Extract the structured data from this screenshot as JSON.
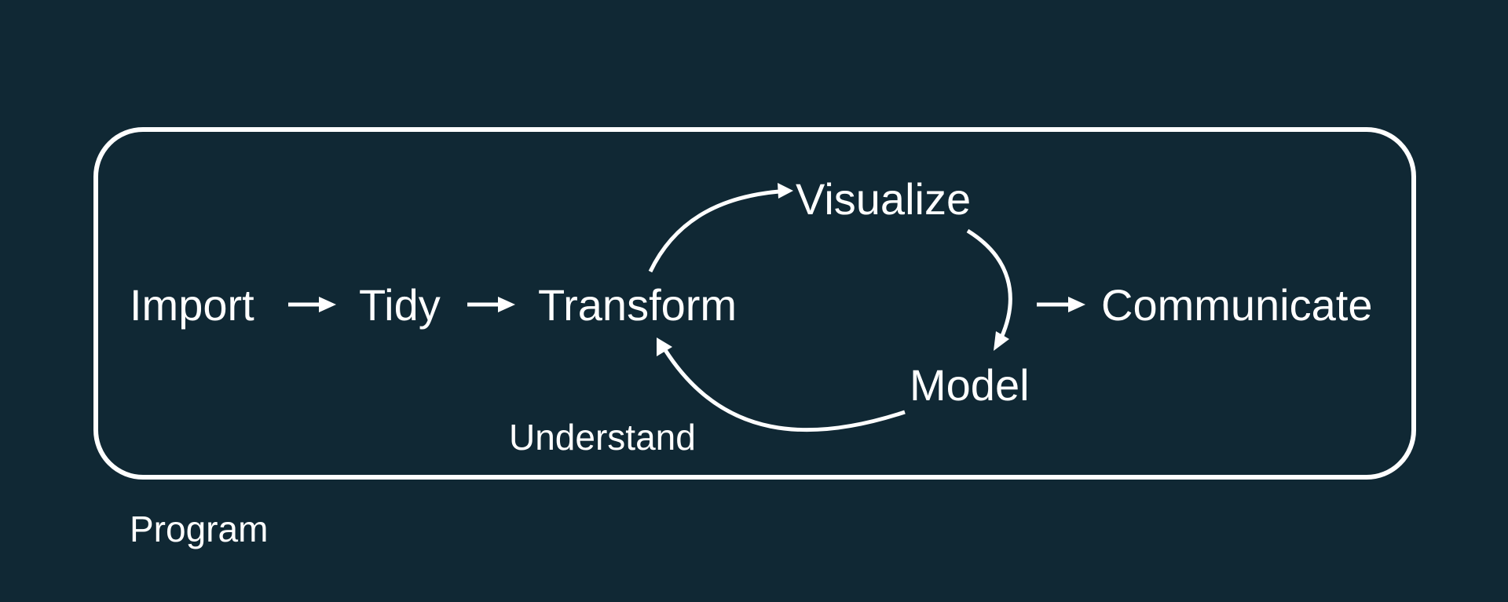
{
  "diagram": {
    "nodes": {
      "import": "Import",
      "tidy": "Tidy",
      "transform": "Transform",
      "visualize": "Visualize",
      "model": "Model",
      "communicate": "Communicate"
    },
    "labels": {
      "understand": "Understand",
      "program": "Program"
    },
    "colors": {
      "background": "#102834",
      "foreground": "#ffffff"
    }
  }
}
